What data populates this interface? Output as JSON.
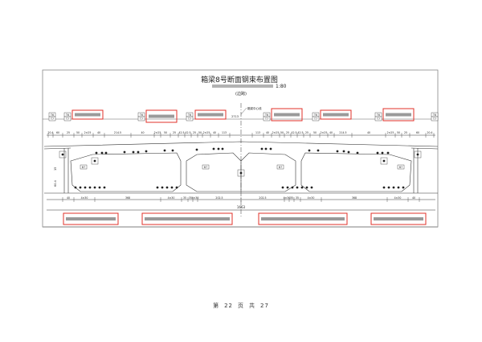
{
  "drawing": {
    "title": "箱梁8号断面钢束布置图",
    "scale": "1:80",
    "subtitle": "(边跨)",
    "centerline_label": "箱梁中心线",
    "center_dim": "2713",
    "tag_top": "T6",
    "tag_bottom": "T7",
    "cell_label": "B7",
    "left_dims": [
      "20.4",
      "60",
      "25",
      "50",
      "2×25",
      "40",
      "214.5",
      "40",
      "2×25",
      "50",
      "25",
      "42.5",
      "42.5",
      "25",
      "50",
      "2×25",
      "40",
      "113"
    ],
    "right_dims": [
      "113",
      "40",
      "2×25",
      "50",
      "25",
      "42.5",
      "42.5",
      "25",
      "50",
      "2×25",
      "40",
      "214.5",
      "40",
      "2×25",
      "50",
      "25",
      "60",
      "20.4"
    ],
    "bottom_dims": [
      "40",
      "4×30",
      "368",
      "4×30",
      "35",
      "35",
      "4×30",
      "202.5",
      "202.5",
      "4×30",
      "35",
      "35",
      "4×30",
      "368",
      "4×30",
      "40"
    ],
    "side_dims": [
      "15",
      "60.4"
    ],
    "total_width": "1663"
  },
  "colors": {
    "highlight": "#e0302a",
    "line": "#333333"
  },
  "footer": {
    "prefix": "第",
    "page": "22",
    "mid": "页",
    "total_prefix": "共",
    "total": "27"
  }
}
